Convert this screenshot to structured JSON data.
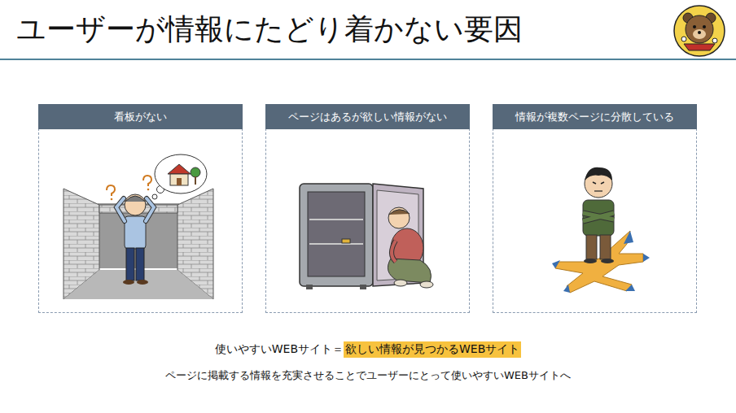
{
  "diagram": {
    "title": "ユーザーが情報にたどり着かない要因",
    "nodes": [
      {
        "text": [
          "看板がない"
        ]
      },
      {
        "text": [
          "ページはあるが欲しい情報がない"
        ]
      },
      {
        "text": [
          "情報が複数ページに分散している"
        ]
      }
    ],
    "labels": [
      "使いやすいWEBサイト＝",
      "欲しい情報が見つかるWEBサイト",
      "ページに掲載する情報を充実させることでユーザーにとって使いやすいWEBサイトへ"
    ]
  }
}
